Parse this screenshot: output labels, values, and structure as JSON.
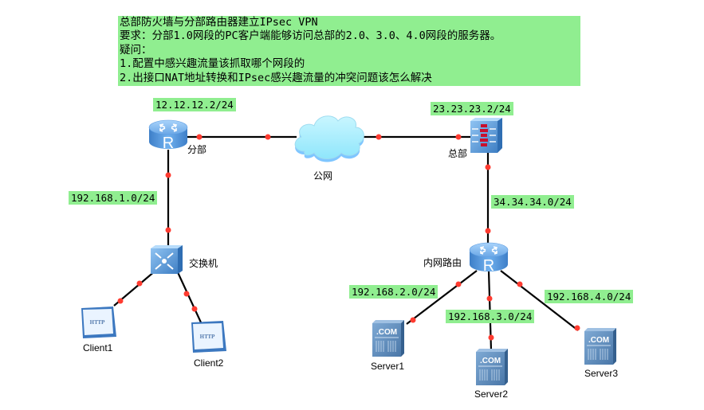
{
  "notes": {
    "lines": [
      "总部防火墙与分部路由器建立IPsec VPN",
      "要求：分部1.0网段的PC客户端能够访问总部的2.0、3.0、4.0网段的服务器。",
      "疑问：",
      "1.配置中感兴趣流量该抓取哪个网段的",
      "2.出接口NAT地址转换和IPsec感兴趣流量的冲突问题该怎么解决"
    ],
    "highlight_color": "#90ee90"
  },
  "network_labels": {
    "branch_wan": "12.12.12.2/24",
    "hq_wan": "23.23.23.2/24",
    "branch_lan": "192.168.1.0/24",
    "hq_inner": "34.34.34.0/24",
    "server1_net": "192.168.2.0/24",
    "server2_net": "192.168.3.0/24",
    "server3_net": "192.168.4.0/24"
  },
  "devices": {
    "branch_router": {
      "label": "分部",
      "type": "router-icon"
    },
    "internet": {
      "label": "公网",
      "type": "cloud-icon"
    },
    "hq_firewall": {
      "label": "总部",
      "type": "firewall-icon"
    },
    "switch": {
      "label": "交换机",
      "type": "switch-icon"
    },
    "inner_router": {
      "label": "内网路由",
      "type": "router-icon"
    },
    "client1": {
      "label": "Client1",
      "type": "http-client-icon",
      "badge": "HTTP"
    },
    "client2": {
      "label": "Client2",
      "type": "http-client-icon",
      "badge": "HTTP"
    },
    "server1": {
      "label": "Server1",
      "type": "server-icon",
      "badge": ".COM"
    },
    "server2": {
      "label": "Server2",
      "type": "server-icon",
      "badge": ".COM"
    },
    "server3": {
      "label": "Server3",
      "type": "server-icon",
      "badge": ".COM"
    }
  },
  "colors": {
    "link": "#000000",
    "port_dot": "#ff3b30",
    "label_bg": "#90ee90"
  }
}
